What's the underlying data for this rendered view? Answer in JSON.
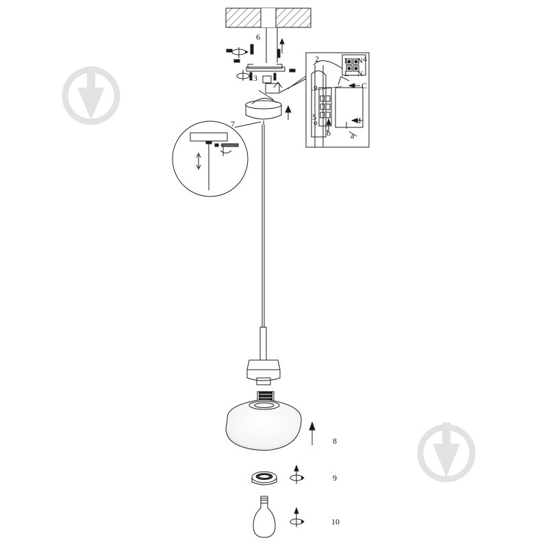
{
  "diagram": {
    "step_labels": {
      "s2": "2",
      "s3": "3",
      "s4": "4",
      "s5": "5",
      "s6": "6",
      "s7": "7",
      "s8": "8",
      "s9": "9",
      "s10": "10"
    },
    "terminal_labels": {
      "top_l": "L",
      "top_n": "N",
      "bot_l": "L",
      "bot_n": "N"
    },
    "part_letters": {
      "a": "a",
      "b": "b",
      "c": "C",
      "d": "d"
    },
    "watermark_icon": "pin-icon",
    "colors": {
      "ink": "#1a1a1a",
      "watermark": "#e2e2e2",
      "hatch": "#555555"
    }
  }
}
